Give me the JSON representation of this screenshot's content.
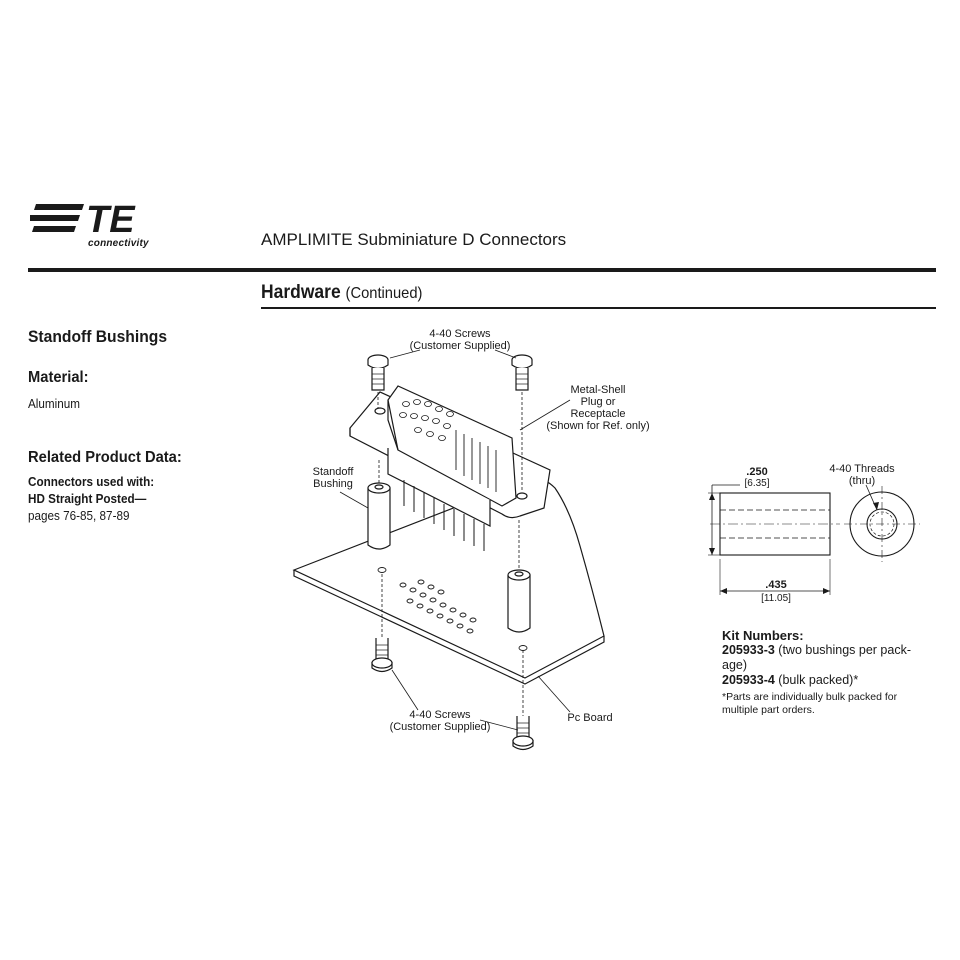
{
  "header": {
    "logo_text": "TE",
    "logo_sub": "connectivity",
    "doc_title": "AMPLIMITE Subminiature D Connectors"
  },
  "section": {
    "title": "Hardware",
    "continued": "(Continued)"
  },
  "left": {
    "heading": "Standoff Bushings",
    "material_label": "Material:",
    "material_value": "Aluminum",
    "related_label": "Related Product Data:",
    "connectors_used": "Connectors used with:",
    "connector_type": "HD Straight Posted—",
    "pages": "pages 76-85, 87-89"
  },
  "diagram": {
    "screws_top_1": "4-40 Screws",
    "screws_top_2": "(Customer Supplied)",
    "shell_1": "Metal-Shell",
    "shell_2": "Plug or",
    "shell_3": "Receptacle",
    "shell_4": "(Shown for Ref. only)",
    "standoff_1": "Standoff",
    "standoff_2": "Bushing",
    "screws_bot_1": "4-40 Screws",
    "screws_bot_2": "(Customer Supplied)",
    "pc_board": "Pc Board"
  },
  "bushing_detail": {
    "dia_in": ".250",
    "dia_mm": "[6.35]",
    "threads_1": "4-40 Threads",
    "threads_2": "(thru)",
    "len_in": ".435",
    "len_mm": "[11.05]"
  },
  "kit": {
    "heading": "Kit Numbers:",
    "p1_num": "205933-3",
    "p1_desc": " (two bushings per pack-age)",
    "p2_num": "205933-4",
    "p2_desc": " (bulk packed)*",
    "note": "*Parts are individually bulk packed for multiple part orders."
  }
}
